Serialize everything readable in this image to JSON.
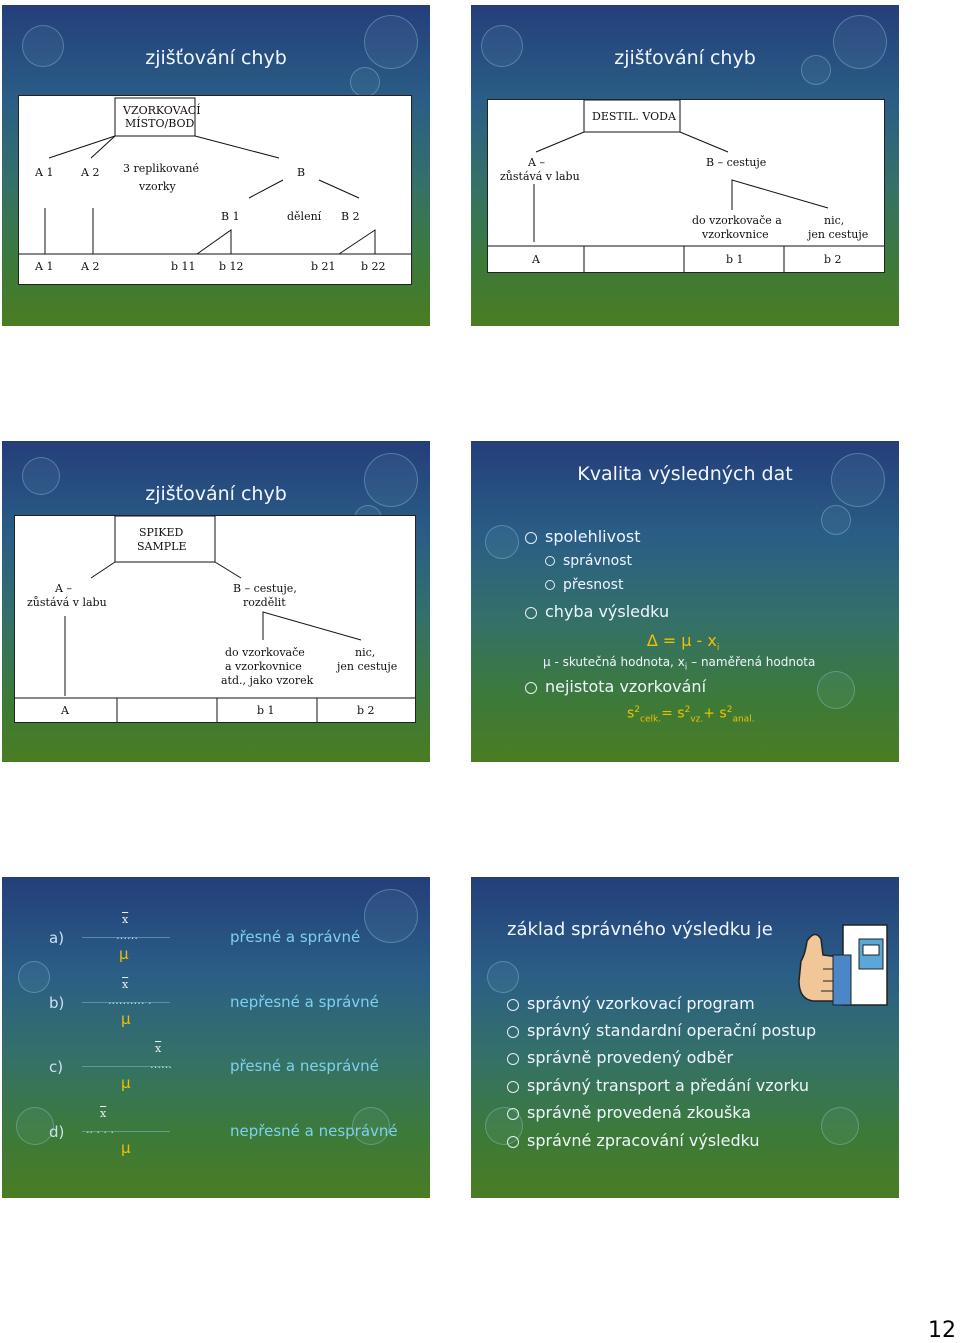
{
  "slides": {
    "s1": {
      "title": "zjišťování chyb",
      "diagram": {
        "root": "VZORKOVACÍ MÍSTO/BOD",
        "a1": "A 1",
        "a2": "A 2",
        "replikovane1": "3 replikované",
        "replikovane2": "vzorky",
        "b": "B",
        "b1": "B 1",
        "b2": "B 2",
        "deleni": "dělení",
        "bottom": [
          "A 1",
          "A 2",
          "b 11",
          "b 12",
          "b 21",
          "b 22"
        ]
      }
    },
    "s2": {
      "title": "zjišťování chyb",
      "diagram": {
        "root": "DESTIL. VODA",
        "a_line1": "A –",
        "a_line2": "zůstává v labu",
        "b": "B – cestuje",
        "b1_line1": "do vzorkovače a",
        "b1_line2": "vzorkovnice",
        "b2_line1": "nic,",
        "b2_line2": "jen cestuje",
        "bottom": [
          "A",
          "b 1",
          "b 2"
        ]
      }
    },
    "s3": {
      "title": "zjišťování chyb",
      "diagram": {
        "root1": "SPIKED",
        "root2": "SAMPLE",
        "a_line1": "A –",
        "a_line2": "zůstává v labu",
        "b_line1": "B – cestuje,",
        "b_line2": "rozdělit",
        "b1_line1": "do vzorkovače",
        "b1_line2": "a vzorkovnice",
        "b1_line3": "atd., jako vzorek",
        "b2_line1": "nic,",
        "b2_line2": "jen cestuje",
        "bottom": [
          "A",
          "b 1",
          "b 2"
        ]
      }
    },
    "s4": {
      "title": "Kvalita výsledných dat",
      "items": {
        "spolehlivost": "spolehlivost",
        "spravnost": "správnost",
        "presnost": "přesnost",
        "chyba": "chyba výsledku",
        "formula1": "∆ = μ - x",
        "formula1_sub": "i",
        "legend_a": "μ - skutečná hodnota, x",
        "legend_sub": "i",
        "legend_b": " – naměřená hodnota",
        "nejistota": "nejistota vzorkování",
        "f2_s": "s",
        "f2_sup": "2",
        "f2_celk": "celk.",
        "f2_eq": "= s",
        "f2_vz": "vz.",
        "f2_plus": "+ s",
        "f2_anal": "anal."
      }
    },
    "s5": {
      "rows": [
        {
          "letter": "a)",
          "xbar": "x",
          "dots": "……",
          "mu": "μ",
          "label": "přesné a správné"
        },
        {
          "letter": "b)",
          "xbar": "x",
          "dots": ".………     .",
          "mu": "μ",
          "label": "nepřesné a správné"
        },
        {
          "letter": "c)",
          "xbar": "x",
          "dots": "……",
          "mu": "μ",
          "label": "přesné a nesprávné"
        },
        {
          "letter": "d)",
          "xbar": "x",
          "dots": "..   .   .      .",
          "mu": "μ",
          "label": "nepřesné a nesprávné"
        }
      ]
    },
    "s6": {
      "title": "základ správného výsledku je",
      "items": [
        "správný vzorkovací program",
        "správný standardní operační postup",
        "správně provedený odběr",
        "správný transport a předání vzorku",
        "správně provedená zkouška",
        "správné zpracování výsledku"
      ]
    }
  },
  "page_number": "12"
}
